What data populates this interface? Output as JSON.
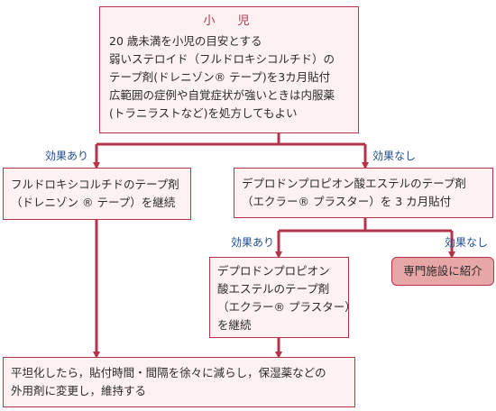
{
  "top": {
    "title": "小　児",
    "lines": [
      "20 歳未満を小児の目安とする",
      "弱いステロイド（フルドロキシコルチド）の",
      "テープ剤(ドレニゾン® テープ)を3カ月貼付",
      "広範囲の症例や自覚症状が強いときは内服薬",
      "(トラニラストなど)を処方してもよい"
    ]
  },
  "labels": {
    "effective_left": "効果あり",
    "not_effective_right": "効果なし",
    "effective_lower": "効果あり",
    "not_effective_lower": "効果なし"
  },
  "left_box": {
    "lines": [
      "フルドロキシコルチドのテープ剤",
      "（ドレニゾン ® テープ）を継続"
    ]
  },
  "right_box": {
    "lines": [
      "デプロドンプロピオン酸エステルのテープ剤",
      "（エクラー® プラスター）を 3 カ月貼付"
    ]
  },
  "mid_box": {
    "lines": [
      "デプロドンプロピオン",
      "酸エステルのテープ剤",
      "（エクラー® プラスター）",
      "を継続"
    ]
  },
  "referral_box": {
    "text": "専門施設に紹介"
  },
  "bottom_box": {
    "lines": [
      "平坦化したら，貼付時間・間隔を徐々に減らし，保湿薬などの",
      "外用剤に変更し，維持する"
    ]
  },
  "colors": {
    "arrow": "#b5344b",
    "box_border": "#b5344b",
    "box_fill": "#fdf1f1",
    "referral_fill": "#e8a7a7",
    "label_text": "#1f4e8c"
  }
}
